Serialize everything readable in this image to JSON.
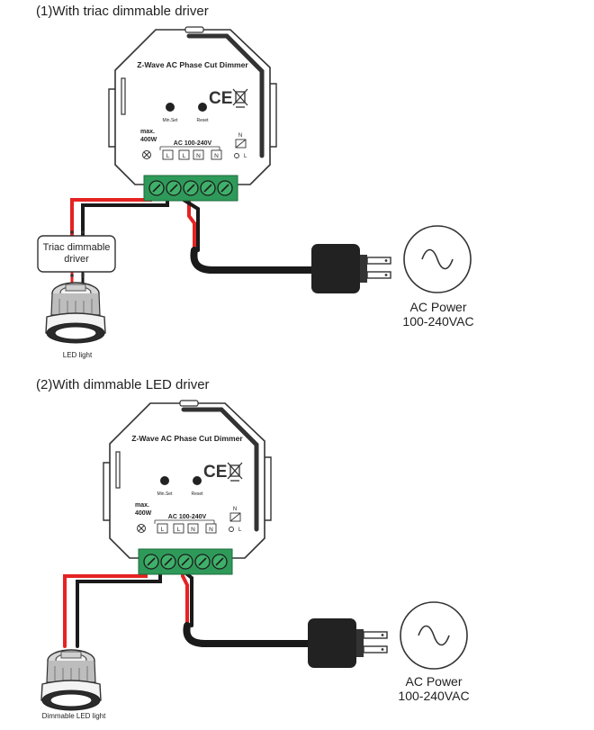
{
  "diagram1": {
    "title": "(1)With triac dimmable driver",
    "device": {
      "title": "Z-Wave AC Phase Cut Dimmer",
      "button1": "Min.Set",
      "button2": "Reset",
      "max_label": "max.",
      "max_power": "400W",
      "ac_range": "AC 100-240V",
      "terminals": [
        "L",
        "L",
        "N",
        "N"
      ],
      "n_label": "N",
      "l_label": "L"
    },
    "driver_line1": "Triac dimmable",
    "driver_line2": "driver",
    "led_label": "LED light",
    "power_line1": "AC Power",
    "power_line2": "100-240VAC"
  },
  "diagram2": {
    "title": "(2)With dimmable LED driver",
    "device": {
      "title": "Z-Wave AC Phase Cut Dimmer",
      "button1": "Min.Set",
      "button2": "Reset",
      "max_label": "max.",
      "max_power": "400W",
      "ac_range": "AC 100-240V",
      "terminals": [
        "L",
        "L",
        "N",
        "N"
      ],
      "n_label": "N",
      "l_label": "L"
    },
    "led_label": "Dimmable LED light",
    "power_line1": "AC Power",
    "power_line2": "100-240VAC"
  },
  "colors": {
    "terminal_green": "#2e9a59",
    "wire_red": "#e52322",
    "wire_black": "#1a1a1a",
    "outline": "#333333"
  }
}
